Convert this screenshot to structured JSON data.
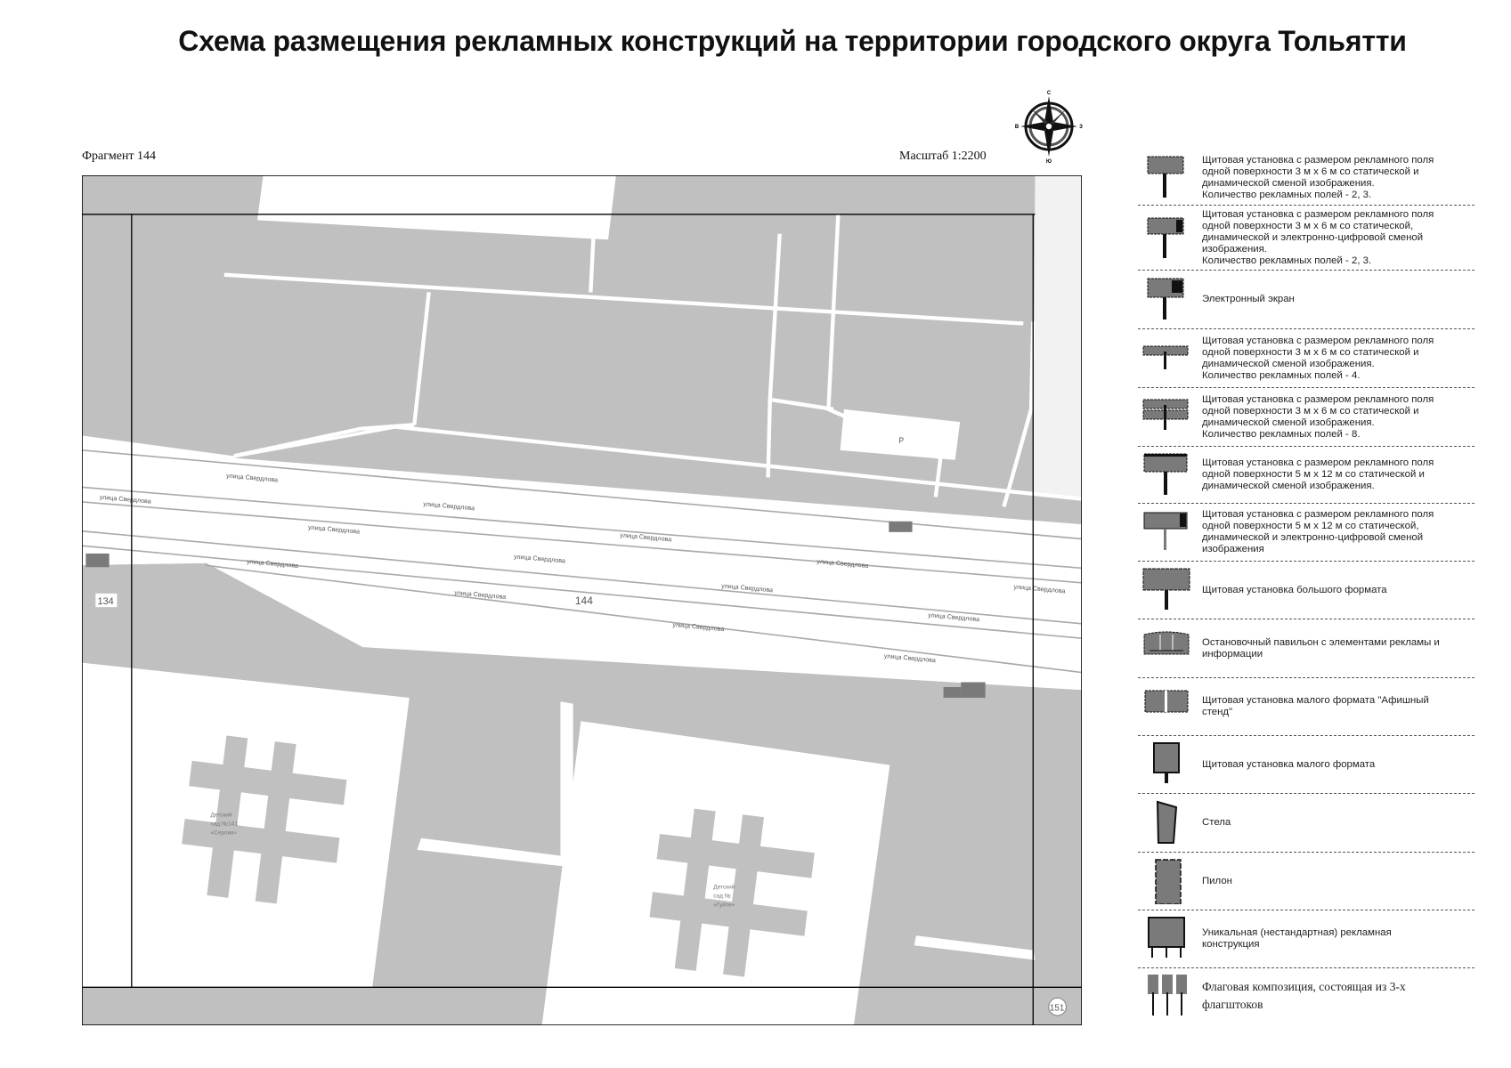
{
  "header": {
    "title": "Схема размещения рекламных конструкций на территории городского округа Тольятти",
    "fragment": "Фрагмент 144",
    "scale": "Масштаб 1:2200"
  },
  "compass": {
    "icon": "compass-rose-icon",
    "n": "С",
    "s": "Ю",
    "w": "В",
    "e": "З"
  },
  "map": {
    "colors": {
      "territory": "#c0c0c0",
      "open": "#ffffff",
      "ad": "#7a7a7a",
      "frame": "#000000"
    },
    "street_name": "улица Свердлова",
    "fragment_labels": {
      "current": "144",
      "left": "134",
      "bottom_right": "151"
    },
    "parking": "Р",
    "kindergarten_1": [
      "Детский",
      "сад №141",
      "«Серпик»"
    ],
    "kindergarten_2": [
      "Детский",
      "сад №",
      "«Гуйте»"
    ]
  },
  "legend": [
    {
      "icon": "billboard-3x6-static",
      "lines": [
        "Щитовая установка с размером рекламного поля",
        "одной поверхности 3 м х 6 м со статической и",
        "динамической сменой изображения.",
        "Количество рекламных полей - 2, 3."
      ]
    },
    {
      "icon": "billboard-3x6-digital",
      "lines": [
        "Щитовая установка с размером рекламного поля",
        "одной поверхности 3 м х 6 м со статической,",
        "динамической и электронно-цифровой сменой",
        "изображения.",
        "Количество рекламных полей - 2, 3."
      ]
    },
    {
      "icon": "electronic-screen",
      "lines": [
        "Электронный экран"
      ]
    },
    {
      "icon": "billboard-3x6-4fields",
      "lines": [
        "Щитовая установка с размером рекламного поля",
        "одной поверхности 3 м х 6 м со статической и",
        "динамической сменой изображения.",
        "Количество рекламных полей - 4."
      ]
    },
    {
      "icon": "billboard-3x6-8fields",
      "lines": [
        "Щитовая установка с размером рекламного поля",
        "одной поверхности 3 м х 6 м со статической и",
        "динамической сменой изображения.",
        "Количество рекламных полей - 8."
      ]
    },
    {
      "icon": "billboard-5x12-static",
      "lines": [
        "Щитовая установка с размером рекламного поля",
        "одной поверхности 5 м х 12 м со статической и",
        "динамической сменой изображения."
      ]
    },
    {
      "icon": "billboard-5x12-digital",
      "lines": [
        "Щитовая установка с размером рекламного поля",
        "одной поверхности 5 м х 12 м со статической,",
        "динамической и электронно-цифровой сменой",
        "изображения"
      ]
    },
    {
      "icon": "large-format-billboard",
      "lines": [
        "Щитовая установка большого формата"
      ]
    },
    {
      "icon": "bus-stop-pavilion",
      "lines": [
        "Остановочный павильон с элементами рекламы и",
        "информации"
      ]
    },
    {
      "icon": "poster-stand",
      "lines": [
        "Щитовая установка малого формата \"Афишный",
        "стенд\""
      ]
    },
    {
      "icon": "small-format-board",
      "lines": [
        "Щитовая установка малого формата"
      ]
    },
    {
      "icon": "stele",
      "lines": [
        "Стела"
      ]
    },
    {
      "icon": "pylon",
      "lines": [
        "Пилон"
      ]
    },
    {
      "icon": "unique-construction",
      "lines": [
        "Уникальная (нестандартная) рекламная",
        "конструкция"
      ]
    },
    {
      "icon": "flag-composition",
      "serif": true,
      "lines": [
        "Флаговая композиция, состоящая из 3-х",
        "флагштоков"
      ]
    }
  ]
}
